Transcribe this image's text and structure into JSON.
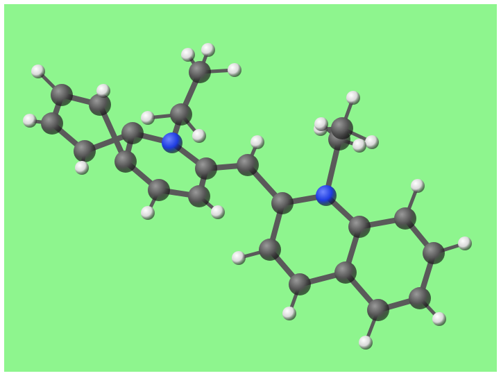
{
  "scene": {
    "frame_color": "#ffffff",
    "background_color": "#8ef58e",
    "atom_types": {
      "C": {
        "name": "carbon",
        "color": "#555555",
        "highlight": "#9a9a9a"
      },
      "N": {
        "name": "nitrogen",
        "color": "#1e3ce0",
        "highlight": "#6f86ff"
      },
      "H": {
        "name": "hydrogen",
        "color": "#d8d8d8",
        "highlight": "#ffffff"
      }
    },
    "bond_color": "#5a5a5a",
    "molecule": {
      "atoms": [
        {
          "id": "c1",
          "el": "C"
        },
        {
          "id": "c2",
          "el": "C"
        },
        {
          "id": "c3",
          "el": "C"
        },
        {
          "id": "c4",
          "el": "C"
        },
        {
          "id": "c5",
          "el": "C"
        },
        {
          "id": "c6",
          "el": "C"
        },
        {
          "id": "n1",
          "el": "N"
        },
        {
          "id": "c7",
          "el": "C"
        },
        {
          "id": "c8",
          "el": "C"
        },
        {
          "id": "c9",
          "el": "C"
        },
        {
          "id": "c10",
          "el": "C"
        },
        {
          "id": "c11",
          "el": "C"
        },
        {
          "id": "c12",
          "el": "C"
        },
        {
          "id": "c13",
          "el": "C"
        },
        {
          "id": "n2",
          "el": "N"
        },
        {
          "id": "c14",
          "el": "C"
        },
        {
          "id": "c15",
          "el": "C"
        },
        {
          "id": "c16",
          "el": "C"
        },
        {
          "id": "c17",
          "el": "C"
        },
        {
          "id": "c18",
          "el": "C"
        },
        {
          "id": "c19",
          "el": "C"
        },
        {
          "id": "c20",
          "el": "C"
        },
        {
          "id": "c21",
          "el": "C"
        },
        {
          "id": "c22",
          "el": "C"
        },
        {
          "id": "c23",
          "el": "C"
        },
        {
          "id": "h1",
          "el": "H"
        },
        {
          "id": "h2",
          "el": "H"
        },
        {
          "id": "h3",
          "el": "H"
        },
        {
          "id": "h4",
          "el": "H"
        },
        {
          "id": "h5",
          "el": "H"
        },
        {
          "id": "h6",
          "el": "H"
        },
        {
          "id": "h7",
          "el": "H"
        },
        {
          "id": "h8",
          "el": "H"
        },
        {
          "id": "h9",
          "el": "H"
        },
        {
          "id": "h10",
          "el": "H"
        },
        {
          "id": "h11",
          "el": "H"
        },
        {
          "id": "h12",
          "el": "H"
        },
        {
          "id": "h13",
          "el": "H"
        },
        {
          "id": "h14",
          "el": "H"
        },
        {
          "id": "h15",
          "el": "H"
        },
        {
          "id": "h16",
          "el": "H"
        },
        {
          "id": "h17",
          "el": "H"
        },
        {
          "id": "h18",
          "el": "H"
        },
        {
          "id": "h19",
          "el": "H"
        },
        {
          "id": "h20",
          "el": "H"
        },
        {
          "id": "h21",
          "el": "H"
        },
        {
          "id": "h22",
          "el": "H"
        },
        {
          "id": "h23",
          "el": "H"
        }
      ],
      "bonds": [
        [
          "c1",
          "c2"
        ],
        [
          "c2",
          "c3"
        ],
        [
          "c3",
          "c4"
        ],
        [
          "c4",
          "c5"
        ],
        [
          "c5",
          "c6"
        ],
        [
          "c6",
          "c1"
        ],
        [
          "c5",
          "n1"
        ],
        [
          "n1",
          "c7"
        ],
        [
          "c7",
          "c8"
        ],
        [
          "c8",
          "c9"
        ],
        [
          "c9",
          "c6"
        ],
        [
          "n1",
          "c10"
        ],
        [
          "c10",
          "c11"
        ],
        [
          "c7",
          "c12"
        ],
        [
          "c12",
          "c13"
        ],
        [
          "c13",
          "n2"
        ],
        [
          "c13",
          "c14"
        ],
        [
          "c14",
          "c15"
        ],
        [
          "c15",
          "c16"
        ],
        [
          "c16",
          "c17"
        ],
        [
          "c17",
          "n2"
        ],
        [
          "c17",
          "c18"
        ],
        [
          "c18",
          "c19"
        ],
        [
          "c19",
          "c20"
        ],
        [
          "c20",
          "c21"
        ],
        [
          "c21",
          "c16"
        ],
        [
          "n2",
          "c22"
        ],
        [
          "c22",
          "c23"
        ],
        [
          "c1",
          "h1"
        ],
        [
          "c2",
          "h2"
        ],
        [
          "c3",
          "h3"
        ],
        [
          "c4",
          "h4"
        ],
        [
          "c11",
          "h5"
        ],
        [
          "c11",
          "h6"
        ],
        [
          "c11",
          "h7"
        ],
        [
          "c10",
          "h8"
        ],
        [
          "c10",
          "h9"
        ],
        [
          "c9",
          "h10"
        ],
        [
          "c8",
          "h11"
        ],
        [
          "c12",
          "h12"
        ],
        [
          "c23",
          "h13"
        ],
        [
          "c23",
          "h14"
        ],
        [
          "c23",
          "h15"
        ],
        [
          "c22",
          "h16"
        ],
        [
          "c22",
          "h17"
        ],
        [
          "c18",
          "h18"
        ],
        [
          "c19",
          "h19"
        ],
        [
          "c20",
          "h20"
        ],
        [
          "c21",
          "h21"
        ],
        [
          "c15",
          "h22"
        ],
        [
          "c14",
          "h23"
        ]
      ]
    }
  }
}
